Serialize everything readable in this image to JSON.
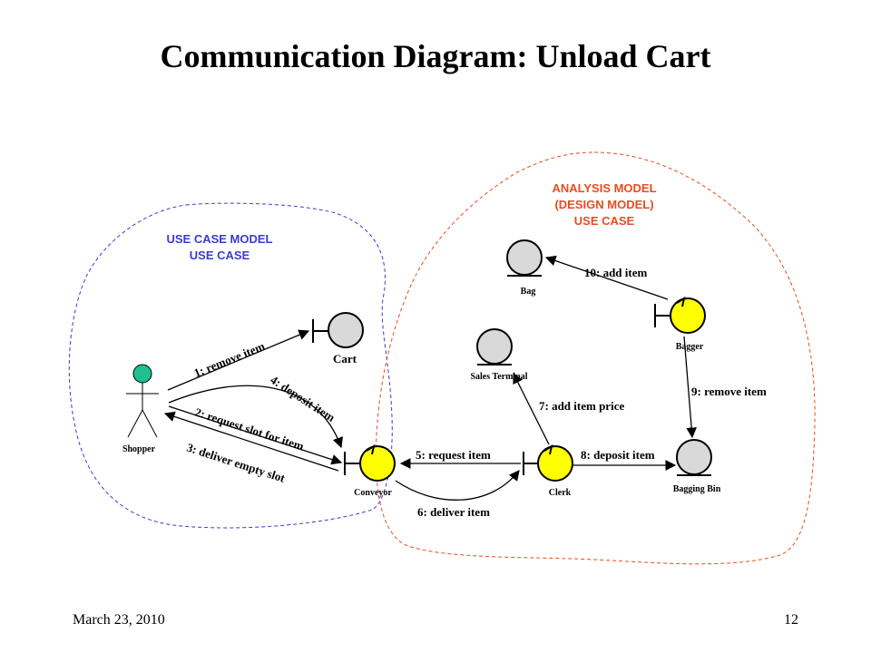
{
  "title": "Communication Diagram: Unload Cart",
  "regions": {
    "use_case": {
      "line1": "USE CASE MODEL",
      "line2": "USE CASE",
      "color": "#3b3bd1"
    },
    "analysis": {
      "line1": "ANALYSIS MODEL",
      "line2": "(DESIGN MODEL)",
      "line3": "USE CASE",
      "color": "#e84c1e"
    }
  },
  "actor": {
    "name": "Shopper",
    "head_color": "#1fbf8f"
  },
  "objects": {
    "cart": "Cart",
    "conveyor": "Conveyor",
    "clerk": "Clerk",
    "sales_terminal": "Sales Terminal",
    "bag": "Bag",
    "bagger": "Bagger",
    "bagging_bin": "Bagging Bin"
  },
  "colors": {
    "control": "#ffff00",
    "entity": "#d9d9d9"
  },
  "messages": [
    "1: remove item",
    "2: request slot for item",
    "3: deliver empty slot",
    "4: deposit item",
    "5: request item",
    "6: deliver item",
    "7: add item price",
    "8: deposit item",
    "9: remove item",
    "10: add item"
  ],
  "footer": {
    "date": "March 23, 2010",
    "page": "12"
  }
}
